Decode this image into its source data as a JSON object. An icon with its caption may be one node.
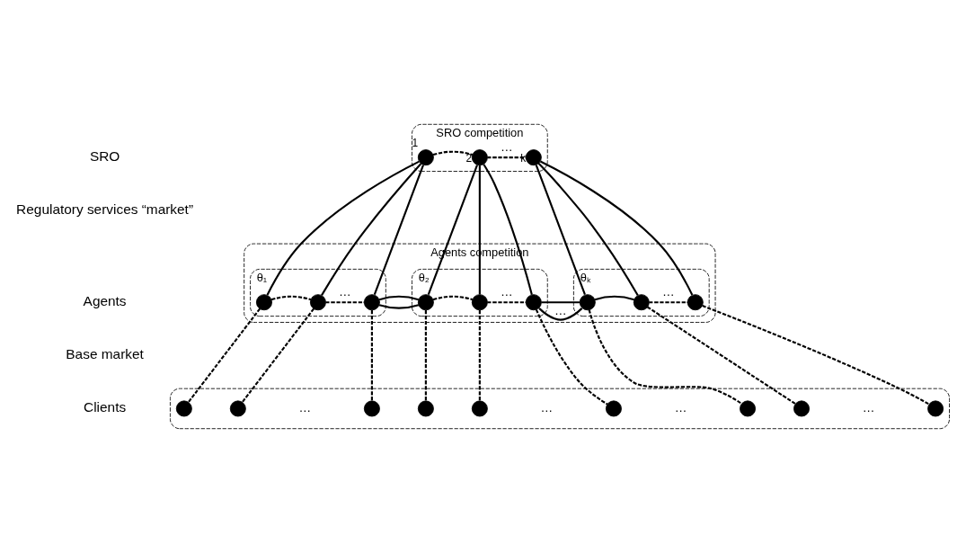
{
  "diagram": {
    "nodes": [
      {
        "text": [
          "SRO competition"
        ]
      },
      {
        "text": [],
        "shape": "circle",
        "in": 0,
        "beside": [
          "1"
        ]
      },
      {
        "text": [],
        "shape": "circle",
        "in": 0,
        "beside": [
          "2"
        ]
      },
      {
        "text": [],
        "shape": "circle",
        "in": 0,
        "beside": [
          "k"
        ]
      },
      {
        "text": [
          "Agents competition"
        ]
      },
      {
        "text": [
          "θ₁"
        ],
        "in": 4
      },
      {
        "text": [],
        "shape": "circle",
        "in": 5
      },
      {
        "text": [],
        "shape": "circle",
        "in": 5
      },
      {
        "text": [],
        "shape": "circle",
        "in": 5
      },
      {
        "text": [
          "θ₂"
        ],
        "in": 4
      },
      {
        "text": [],
        "shape": "circle",
        "in": 9
      },
      {
        "text": [],
        "shape": "circle",
        "in": 9
      },
      {
        "text": [],
        "shape": "circle",
        "in": 9
      },
      {
        "text": [
          "θₖ"
        ],
        "in": 4
      },
      {
        "text": [],
        "shape": "circle",
        "in": 13
      },
      {
        "text": [],
        "shape": "circle",
        "in": 13
      },
      {
        "text": [],
        "shape": "circle",
        "in": 13
      },
      {
        "text": [],
        "shape": "box"
      },
      {
        "text": [],
        "shape": "circle",
        "in": 17
      },
      {
        "text": [],
        "shape": "circle",
        "in": 17
      },
      {
        "text": [],
        "shape": "circle",
        "in": 17
      },
      {
        "text": [],
        "shape": "circle",
        "in": 17
      },
      {
        "text": [],
        "shape": "circle",
        "in": 17
      },
      {
        "text": [],
        "shape": "circle",
        "in": 17
      },
      {
        "text": [],
        "shape": "circle",
        "in": 17
      },
      {
        "text": [],
        "shape": "circle",
        "in": 17
      },
      {
        "text": [],
        "shape": "circle",
        "in": 17
      }
    ],
    "edges": [
      {
        "from": 1,
        "to": 2,
        "arrow": "none",
        "style": "dashed"
      },
      {
        "from": 2,
        "to": 3,
        "arrow": "none",
        "style": "dashed",
        "label": "…"
      },
      {
        "from": 1,
        "to": 6,
        "arrow": "none"
      },
      {
        "from": 1,
        "to": 7,
        "arrow": "none"
      },
      {
        "from": 1,
        "to": 8,
        "arrow": "none"
      },
      {
        "from": 2,
        "to": 10,
        "arrow": "none"
      },
      {
        "from": 2,
        "to": 11,
        "arrow": "none"
      },
      {
        "from": 2,
        "to": 12,
        "arrow": "none"
      },
      {
        "from": 3,
        "to": 14,
        "arrow": "none"
      },
      {
        "from": 3,
        "to": 15,
        "arrow": "none"
      },
      {
        "from": 3,
        "to": 16,
        "arrow": "none"
      },
      {
        "from": 6,
        "to": 7,
        "arrow": "none",
        "style": "dashed"
      },
      {
        "from": 7,
        "to": 8,
        "arrow": "none",
        "style": "dashed",
        "label": "…"
      },
      {
        "from": 8,
        "to": 10,
        "arrow": "none"
      },
      {
        "from": 10,
        "to": 11,
        "arrow": "none",
        "style": "dashed"
      },
      {
        "from": 11,
        "to": 12,
        "arrow": "none",
        "style": "dashed",
        "label": "…"
      },
      {
        "from": 12,
        "to": 14,
        "arrow": "none",
        "label": "…"
      },
      {
        "from": 14,
        "to": 15,
        "arrow": "none"
      },
      {
        "from": 15,
        "to": 16,
        "arrow": "none",
        "style": "dashed",
        "label": "…"
      },
      {
        "from": 6,
        "to": 18,
        "arrow": "none",
        "style": "dashed"
      },
      {
        "from": 7,
        "to": 19,
        "arrow": "none",
        "style": "dashed"
      },
      {
        "from": 8,
        "to": 20,
        "arrow": "none",
        "style": "dashed"
      },
      {
        "from": 10,
        "to": 21,
        "arrow": "none",
        "style": "dashed"
      },
      {
        "from": 11,
        "to": 22,
        "arrow": "none",
        "style": "dashed"
      },
      {
        "from": 12,
        "to": 23,
        "arrow": "none",
        "style": "dashed"
      },
      {
        "from": 14,
        "to": 24,
        "arrow": "none",
        "style": "dashed"
      },
      {
        "from": 15,
        "to": 25,
        "arrow": "none",
        "style": "dashed"
      },
      {
        "from": 16,
        "to": 26,
        "arrow": "none",
        "style": "dashed"
      }
    ],
    "labels": [
      "SRO",
      "Regulatory services “market”",
      "Agents",
      "Base market",
      "Clients",
      "…",
      "…",
      "…",
      "…"
    ]
  }
}
